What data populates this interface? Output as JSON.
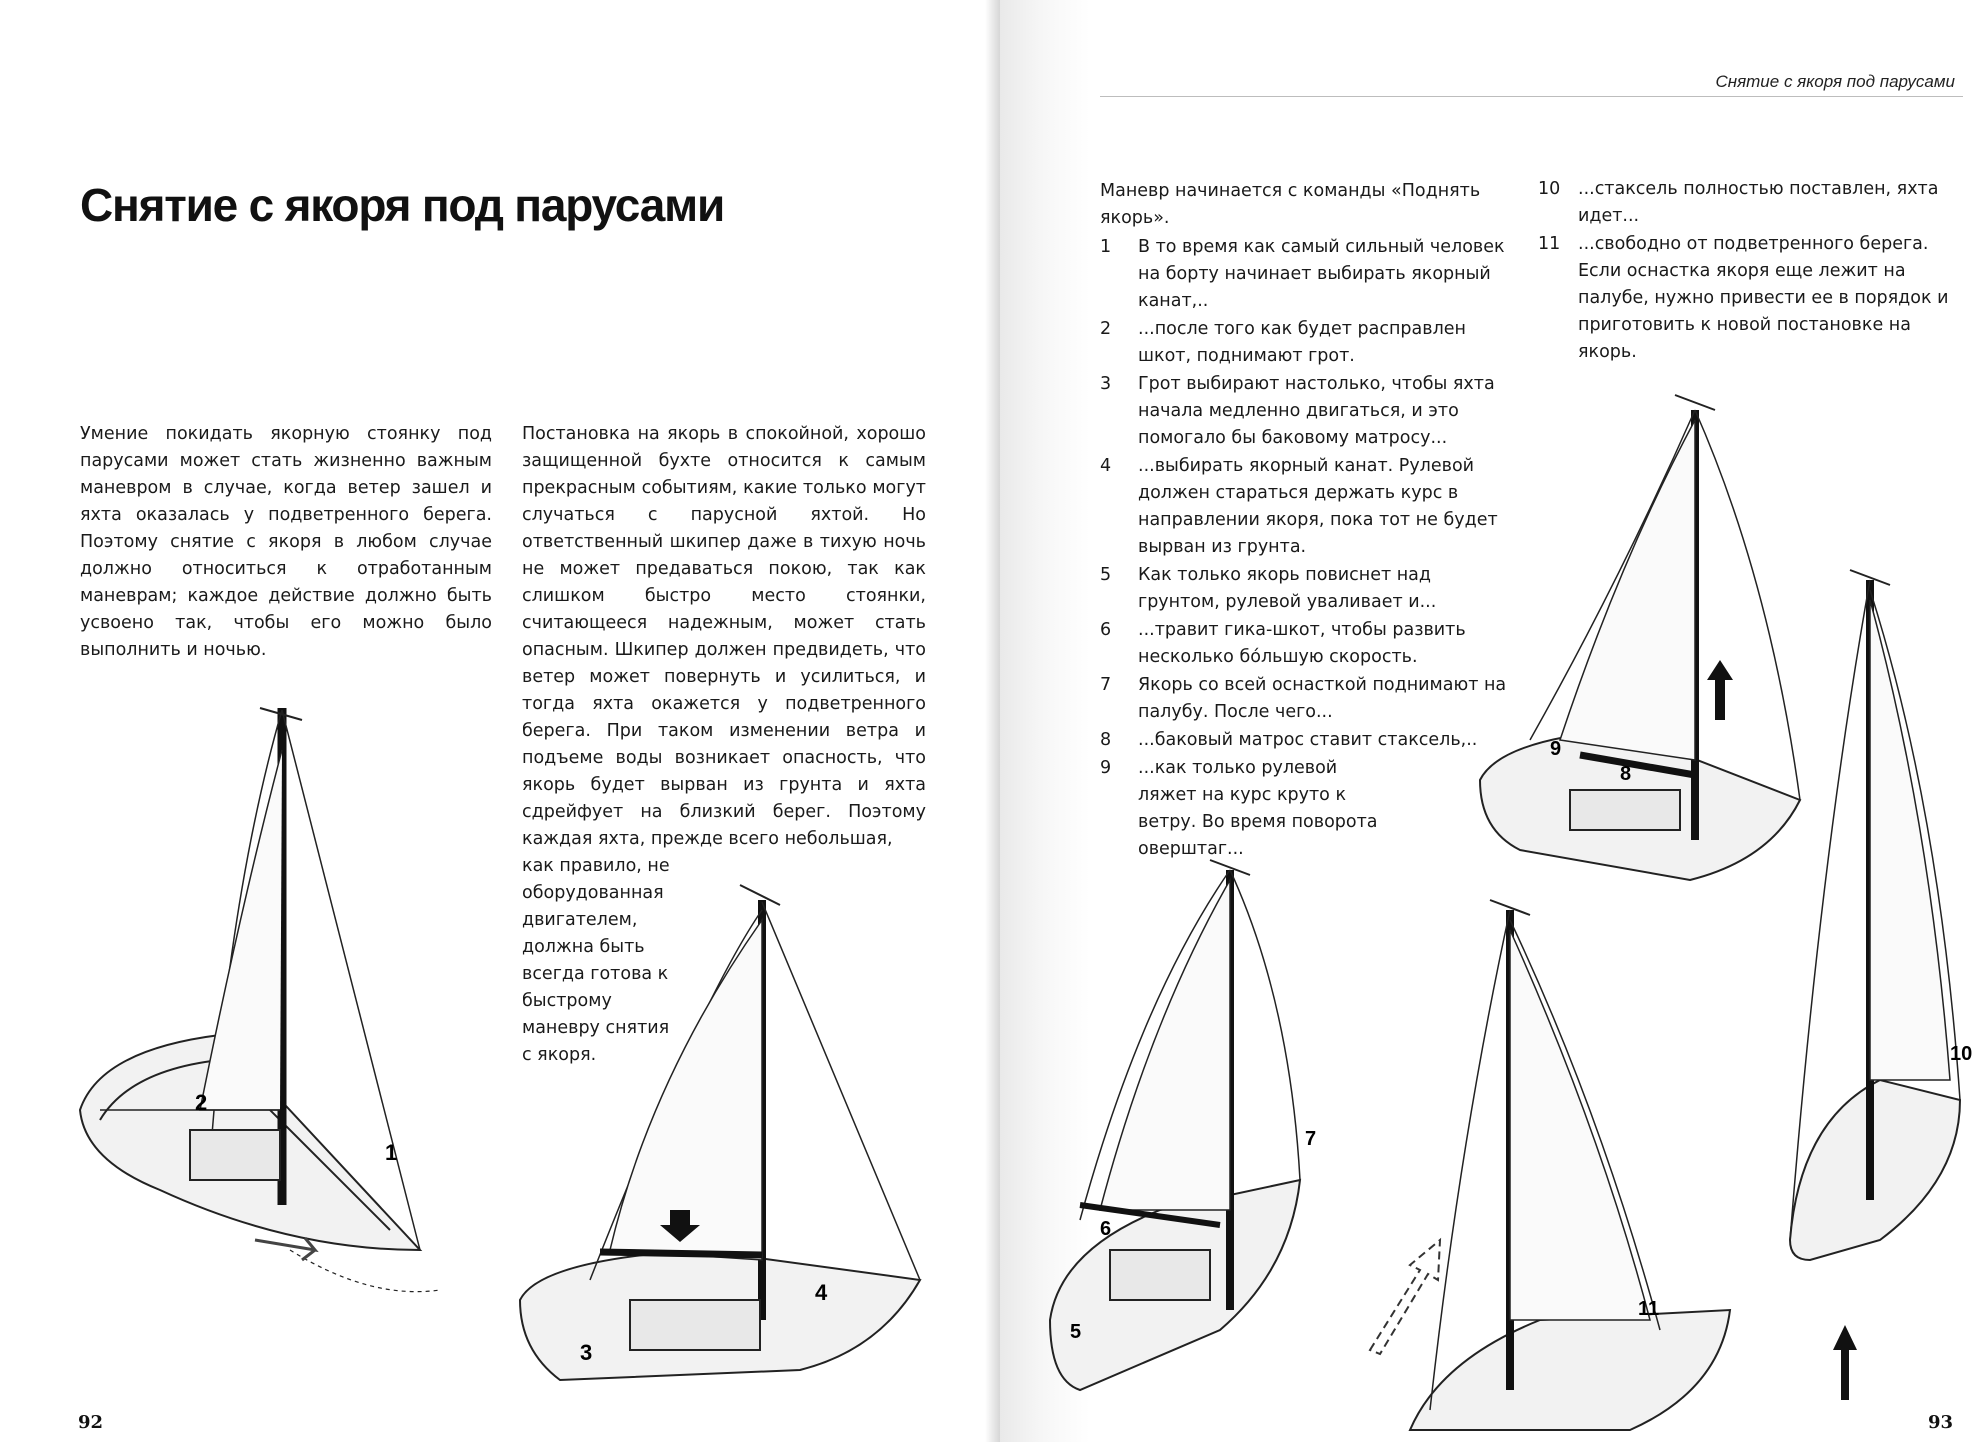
{
  "left_page": {
    "title": "Снятие с якоря под парусами",
    "column1": "Умение покидать якорную стоянку под парусами может стать жизненно важным маневром в случае, когда ветер зашел и яхта оказалась у подветренного берега. Поэтому снятие с якоря в любом случае должно относиться к отработанным маневрам; каждое действие должно быть усвоено так, чтобы его можно было выполнить и ночью.",
    "column2": "Постановка на якорь в спокойной, хорошо защищенной бухте относится к самым прекрасным событиям, какие только могут случаться с парусной яхтой. Но ответственный шкипер даже в тихую ночь не может предаваться покою, так как слишком быстро место стоянки, считающееся надежным, может стать опасным. Шкипер должен предвидеть, что ветер может повернуть и усилиться, и тогда яхта окажется у подветренного берега. При таком изменении ветра и подъеме воды возникает опасность, что якорь будет вырван из грунта и яхта сдрейфует на близкий берег. Поэтому каждая яхта, прежде всего небольшая,",
    "column2_cont": "как правило, не оборудованная двигателем, должна быть всегда готова к быстрому маневру снятия с якоря.",
    "page_number": "92",
    "figure_labels": [
      "1",
      "2",
      "3",
      "4"
    ]
  },
  "right_page": {
    "running_head": "Снятие с якоря под парусами",
    "intro": "Маневр начинается с команды «Поднять якорь».",
    "steps": [
      {
        "num": "1",
        "text": "В то время как самый сильный человек на борту начинает выбирать якорный канат,.."
      },
      {
        "num": "2",
        "text": "...после того как будет раcправлен шкот, поднимают грот."
      },
      {
        "num": "3",
        "text": "Грот выбирают настолько, чтобы яхта начала медленно двигаться, и это помогало бы баковому матросу..."
      },
      {
        "num": "4",
        "text": "...выбирать якорный канат. Рулевой должен стараться держать курс в направлении якоря, пока тот не будет вырван из грунта."
      },
      {
        "num": "5",
        "text": "Как только якорь повиснет над грунтом, рулевой уваливает и..."
      },
      {
        "num": "6",
        "text": "...травит гика-шкот, чтобы развить несколько бо́льшую скорость."
      },
      {
        "num": "7",
        "text": "Якорь со всей оснасткой поднимают на палубу. После чего..."
      },
      {
        "num": "8",
        "text": "...баковый матрос ставит стаксель,.."
      },
      {
        "num": "9",
        "text": "...как только рулевой ляжет на курс круто к ветру. Во время поворота оверштаг..."
      }
    ],
    "steps2": [
      {
        "num": "10",
        "text": "...стаксель полностью поставлен, яхта идет..."
      },
      {
        "num": "11",
        "text": "...свободно от подветренного берега. Если оснастка якоря еще лежит на палубе, нужно привести ее в порядок и приготовить к новой постановке на якорь."
      }
    ],
    "page_number": "93",
    "figure_labels": [
      "5",
      "6",
      "7",
      "8",
      "9",
      "10",
      "11"
    ]
  }
}
